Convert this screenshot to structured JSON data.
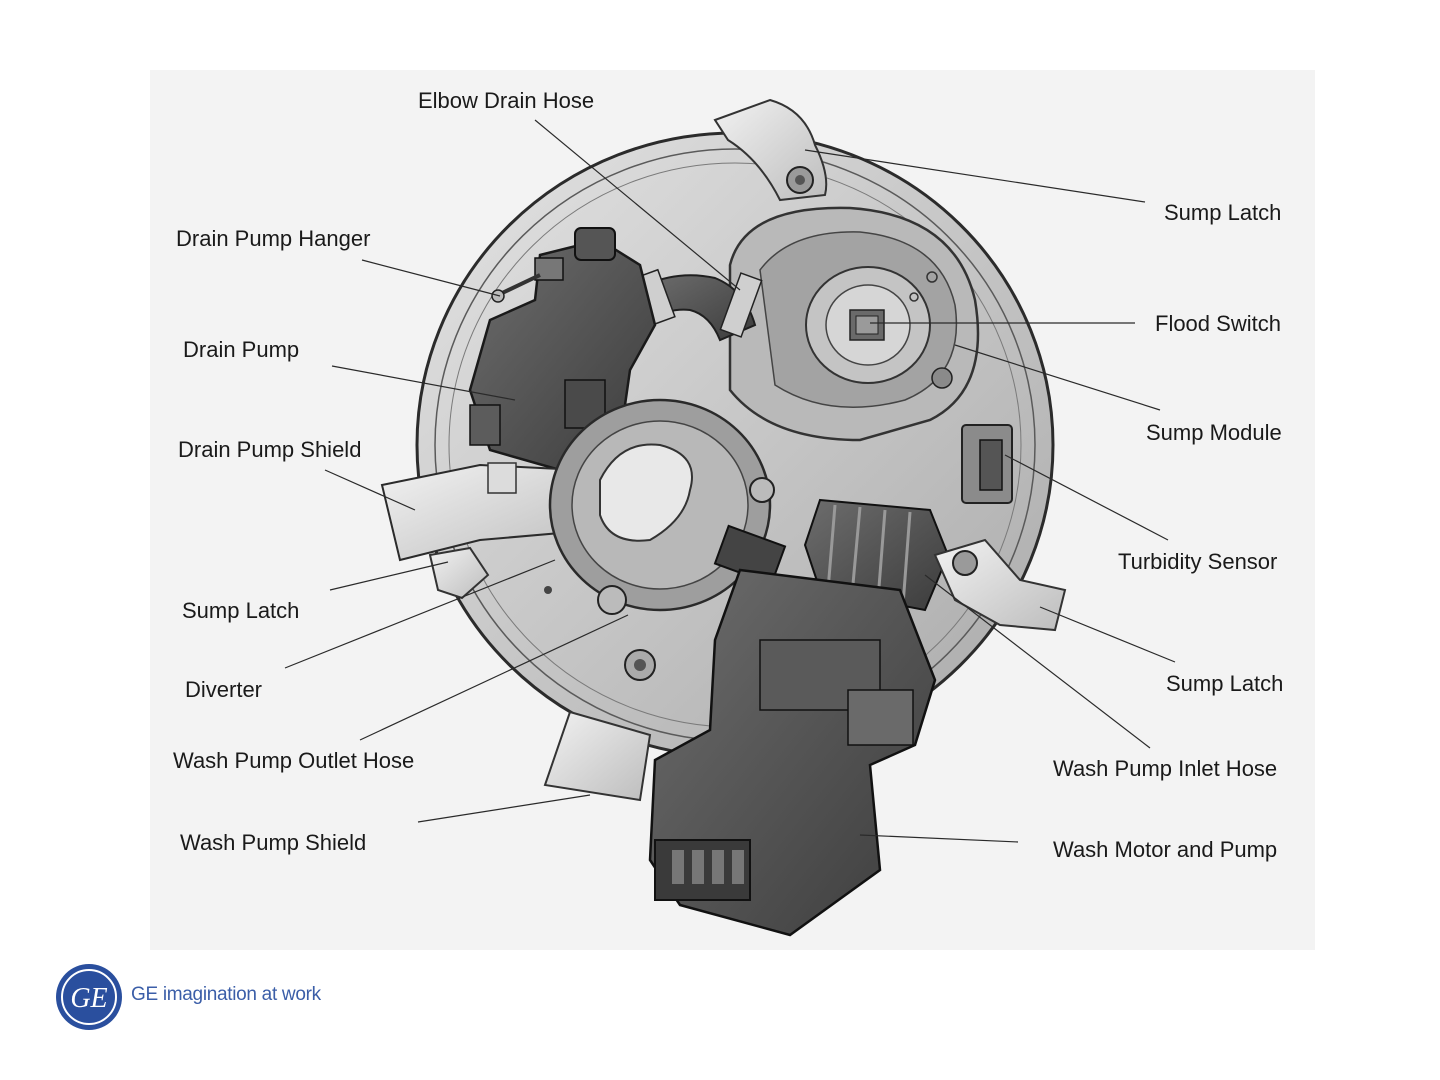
{
  "labels": {
    "elbow_drain_hose": "Elbow Drain Hose",
    "drain_pump_hanger": "Drain Pump Hanger",
    "drain_pump": "Drain Pump",
    "drain_pump_shield": "Drain Pump Shield",
    "sump_latch_left": "Sump Latch",
    "diverter": "Diverter",
    "wash_pump_outlet_hose": "Wash Pump Outlet Hose",
    "wash_pump_shield": "Wash Pump Shield",
    "sump_latch_top": "Sump Latch",
    "flood_switch": "Flood Switch",
    "sump_module": "Sump Module",
    "turbidity_sensor": "Turbidity Sensor",
    "sump_latch_right": "Sump Latch",
    "wash_pump_inlet_hose": "Wash Pump Inlet Hose",
    "wash_motor_and_pump": "Wash Motor and Pump"
  },
  "brand": {
    "logo_text": "GE",
    "tagline": "GE imagination at work",
    "color": "#2a4f9e"
  }
}
